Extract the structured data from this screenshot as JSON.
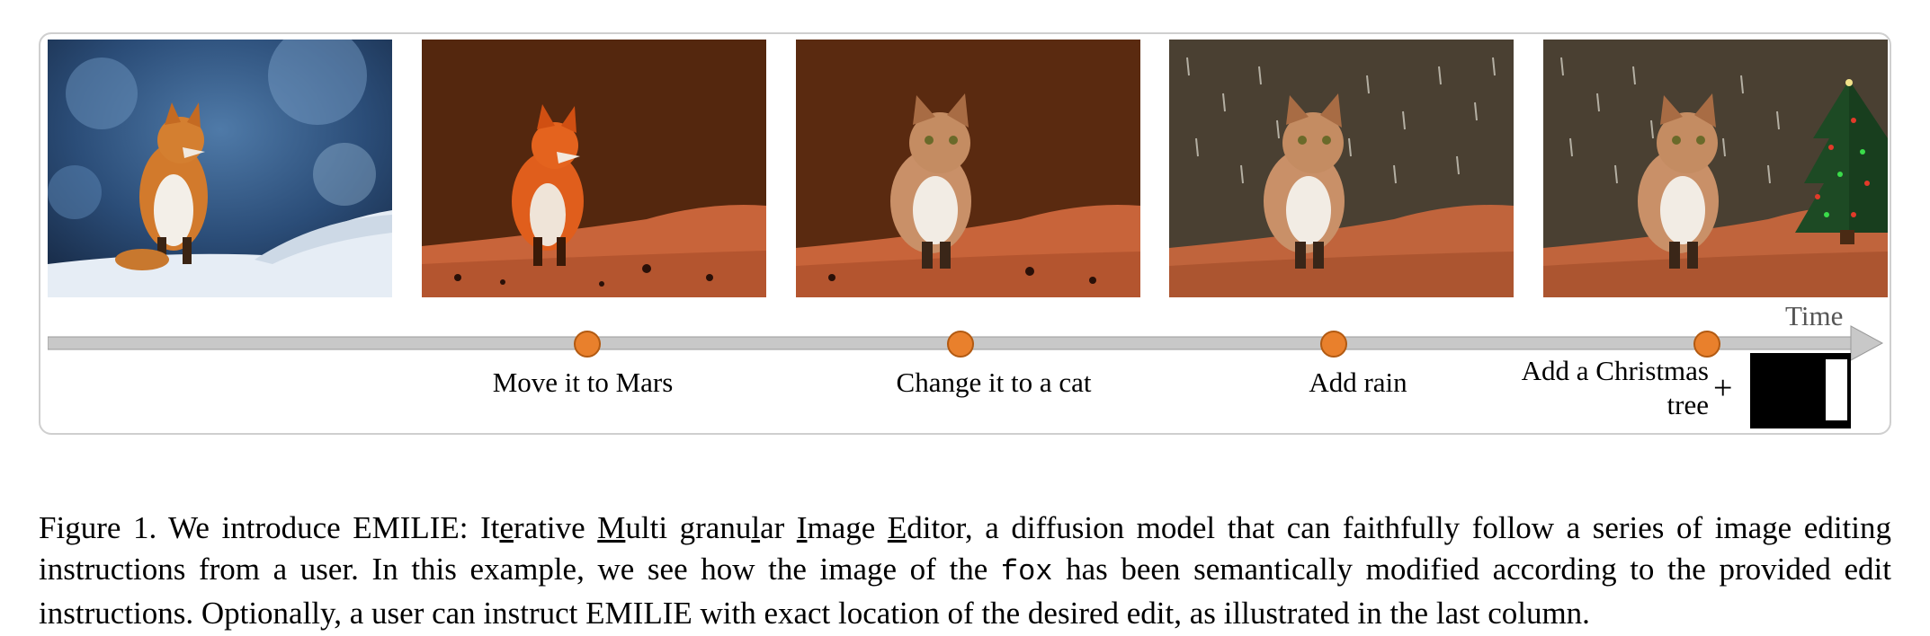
{
  "figure": {
    "timeline_label": "Time",
    "steps": [
      {
        "label": "Move it to Mars"
      },
      {
        "label": "Change it to a cat"
      },
      {
        "label": "Add rain"
      },
      {
        "label": "Add a Christmas tree"
      }
    ],
    "plus_sign": "+",
    "colors": {
      "marker": "#e9802c",
      "marker_stroke": "#b25a12",
      "timeline": "#c8c8c8",
      "mars_sky": "#5a2a10",
      "mars_ground": "#c8643a"
    },
    "icons": [
      "fox-image",
      "mars-fox-image",
      "mars-cat-image",
      "rain-cat-image",
      "tree-cat-image",
      "mask-image"
    ]
  },
  "caption": {
    "fig_label": "Figure 1.",
    "p1": "We introduce EMILIE: It",
    "u1": "e",
    "p2": "rative ",
    "u2": "M",
    "p3": "ulti",
    "u3": "i",
    "p4": " granu",
    "u4": "l",
    "p5": "ar ",
    "u5": "I",
    "p6": "mage ",
    "u6": "E",
    "p7": "ditor, a diffusion model that can faithfully follow a series of image editing instructions from a user.  In this example, we see how the image of the ",
    "mono": "fox",
    "p8": " has been semantically modified according to the provided edit instructions. Optionally, a user can instruct EMILIE with exact location of the desired edit, as illustrated in the last column."
  }
}
